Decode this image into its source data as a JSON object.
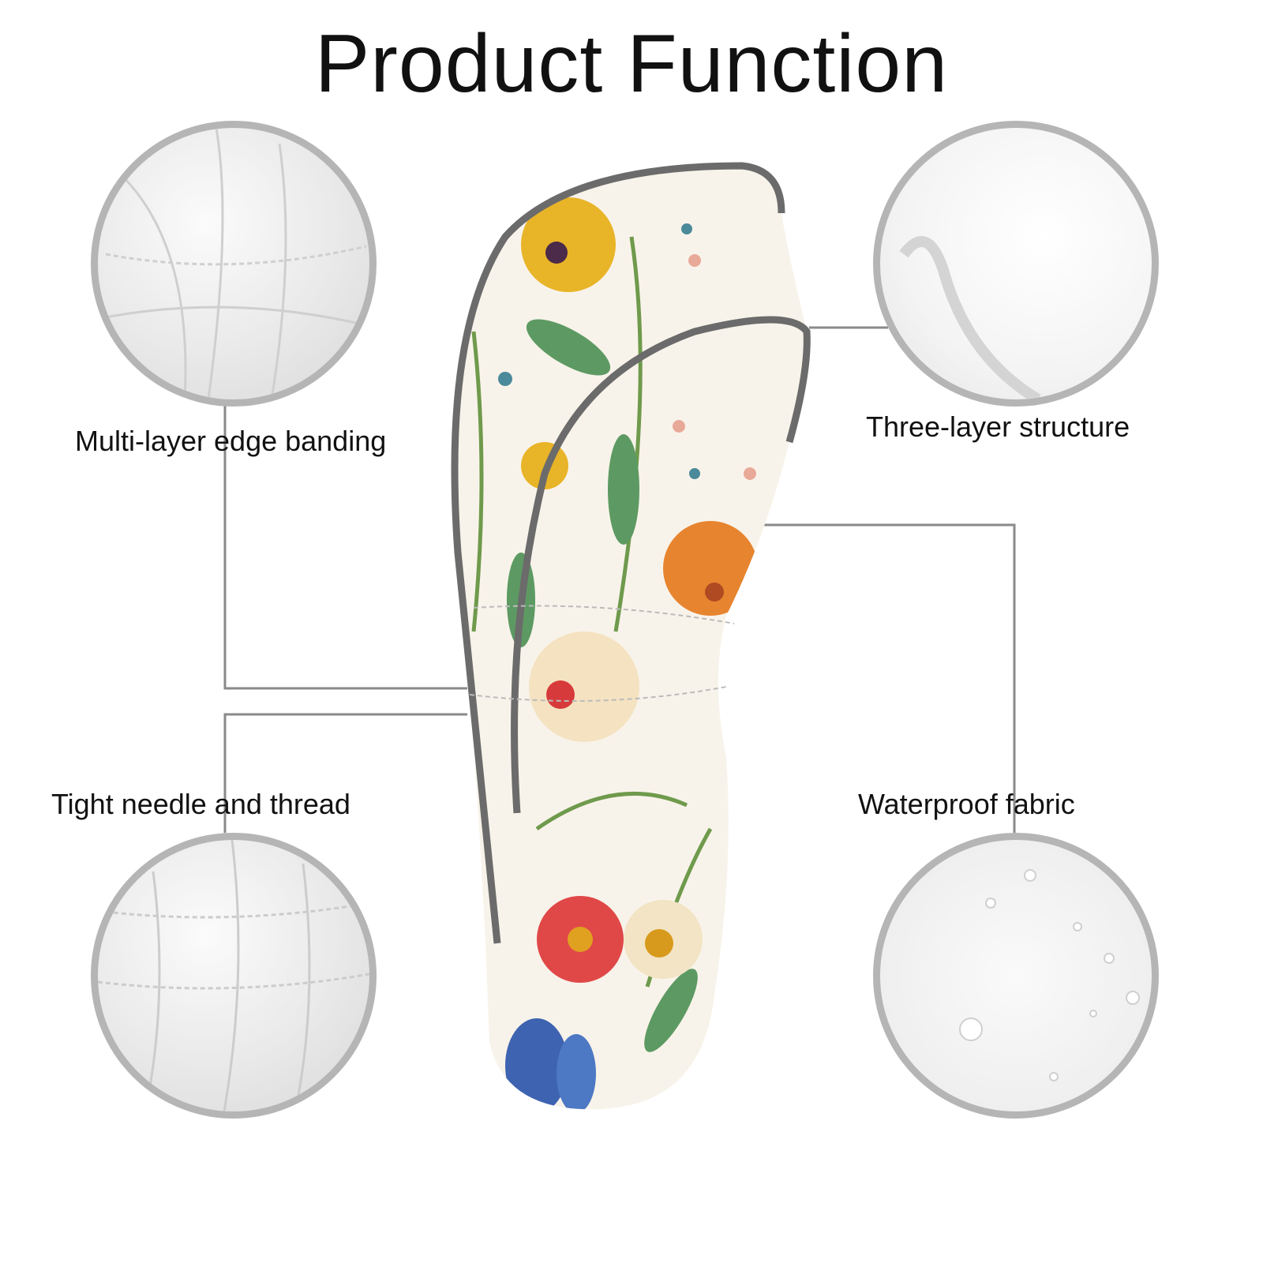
{
  "title": "Product Function",
  "features": [
    {
      "label": "Multi-layer edge banding"
    },
    {
      "label": "Three-layer structure"
    },
    {
      "label": "Tight needle and thread"
    },
    {
      "label": "Waterproof fabric"
    }
  ],
  "colors": {
    "border": "#b5b5b5",
    "line": "#8a8a8a",
    "trim": "#6b6b6b"
  }
}
